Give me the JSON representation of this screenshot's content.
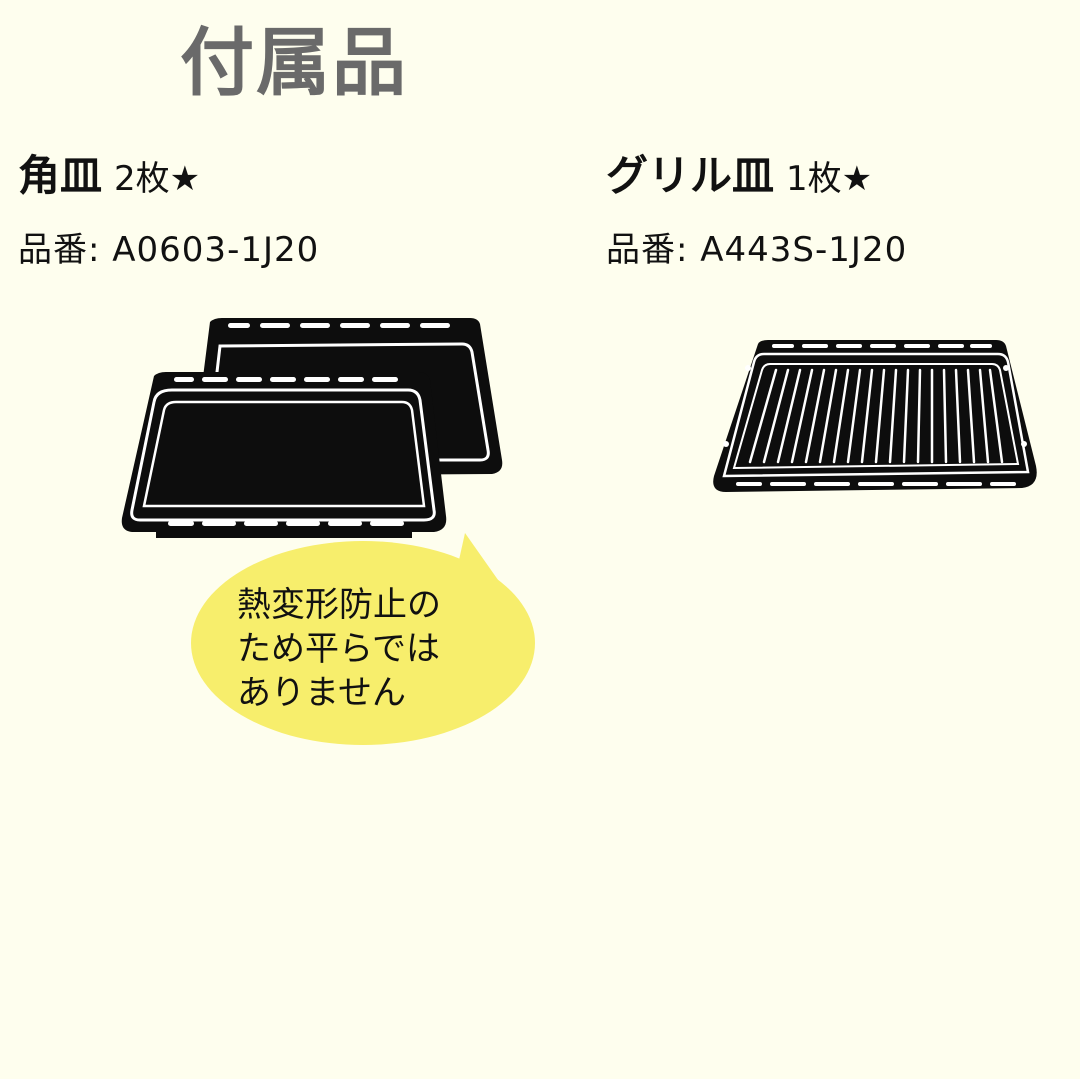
{
  "page": {
    "title": "付属品"
  },
  "items": [
    {
      "name": "角皿",
      "quantity": "2枚★",
      "part_label": "品番:",
      "part_number": "A0603-1J20",
      "note_lines": [
        "熱変形防止の",
        "ため平らでは",
        "ありません"
      ]
    },
    {
      "name": "グリル皿",
      "quantity": "1枚★",
      "part_label": "品番:",
      "part_number": "A443S-1J20"
    }
  ],
  "colors": {
    "background": "#fefeee",
    "title": "#6a6a6a",
    "callout": "#f7ee6c",
    "pan": "#0d0d0d"
  },
  "icons": [
    "square-pan-illustration",
    "grill-pan-illustration",
    "speech-bubble"
  ]
}
